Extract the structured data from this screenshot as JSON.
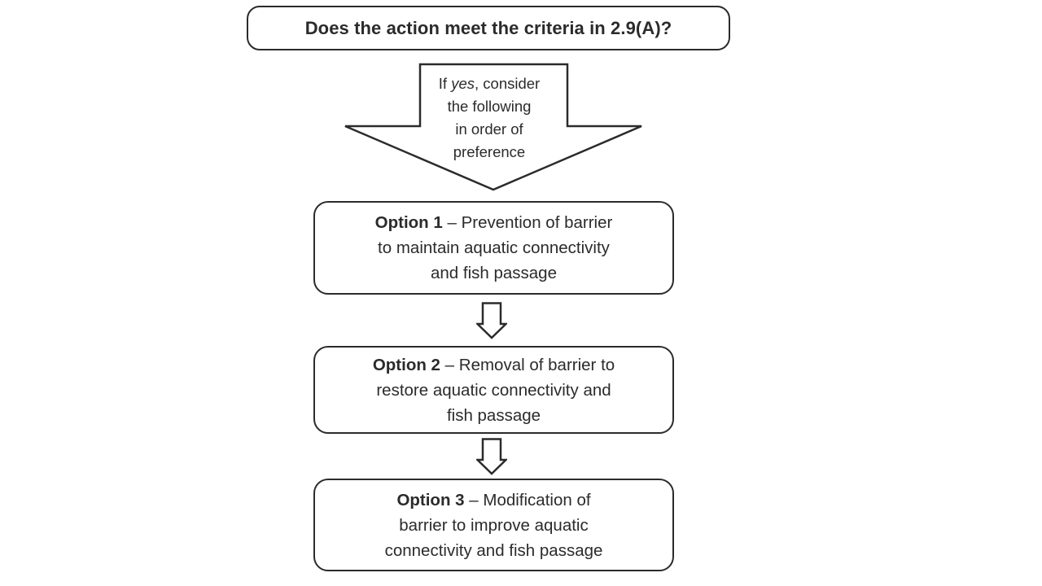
{
  "colors": {
    "stroke": "#2b2b2b",
    "text": "#2b2b2b",
    "background": "#ffffff"
  },
  "question": {
    "text": "Does the action meet the criteria in 2.9(A)?"
  },
  "condition": {
    "line1_pre": "If ",
    "line1_italic": "yes",
    "line1_post": ", consider",
    "line2": "the following",
    "line3": "in order of",
    "line4": "preference"
  },
  "options": [
    {
      "line1_bold": "Option 1",
      "line1_rest": " – Prevention of barrier",
      "line2": "to maintain aquatic connectivity",
      "line3": "and fish passage"
    },
    {
      "line1_bold": "Option 2",
      "line1_rest": " – Removal of barrier to",
      "line2": "restore aquatic connectivity and",
      "line3": "fish passage"
    },
    {
      "line1_bold": "Option 3",
      "line1_rest": " – Modification of",
      "line2": "barrier to improve aquatic",
      "line3": "connectivity and fish passage"
    }
  ]
}
